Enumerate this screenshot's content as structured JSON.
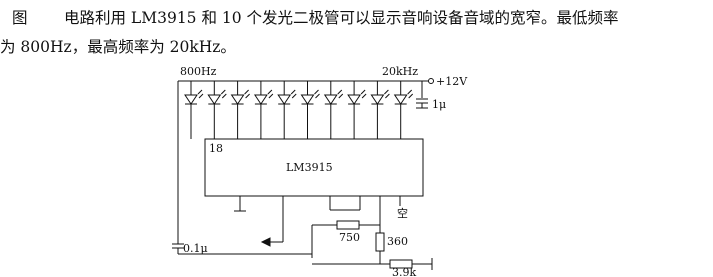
{
  "caption": {
    "fig_label": "图",
    "line1": "电路利用 LM3915 和 10 个发光二极管可以显示音响设备音域的宽窄。最低频率",
    "line2": "为 800Hz，最高频率为 20kHz。"
  },
  "schematic": {
    "freq_low": "800Hz",
    "freq_high": "20kHz",
    "supply": "+12V",
    "cap_supply": "1μ",
    "pin_label": "18",
    "chip_name": "LM3915",
    "cap_input": "0.1μ",
    "res_1": "750",
    "res_2": "360",
    "res_3": "3.9k",
    "mark_char": "空"
  }
}
